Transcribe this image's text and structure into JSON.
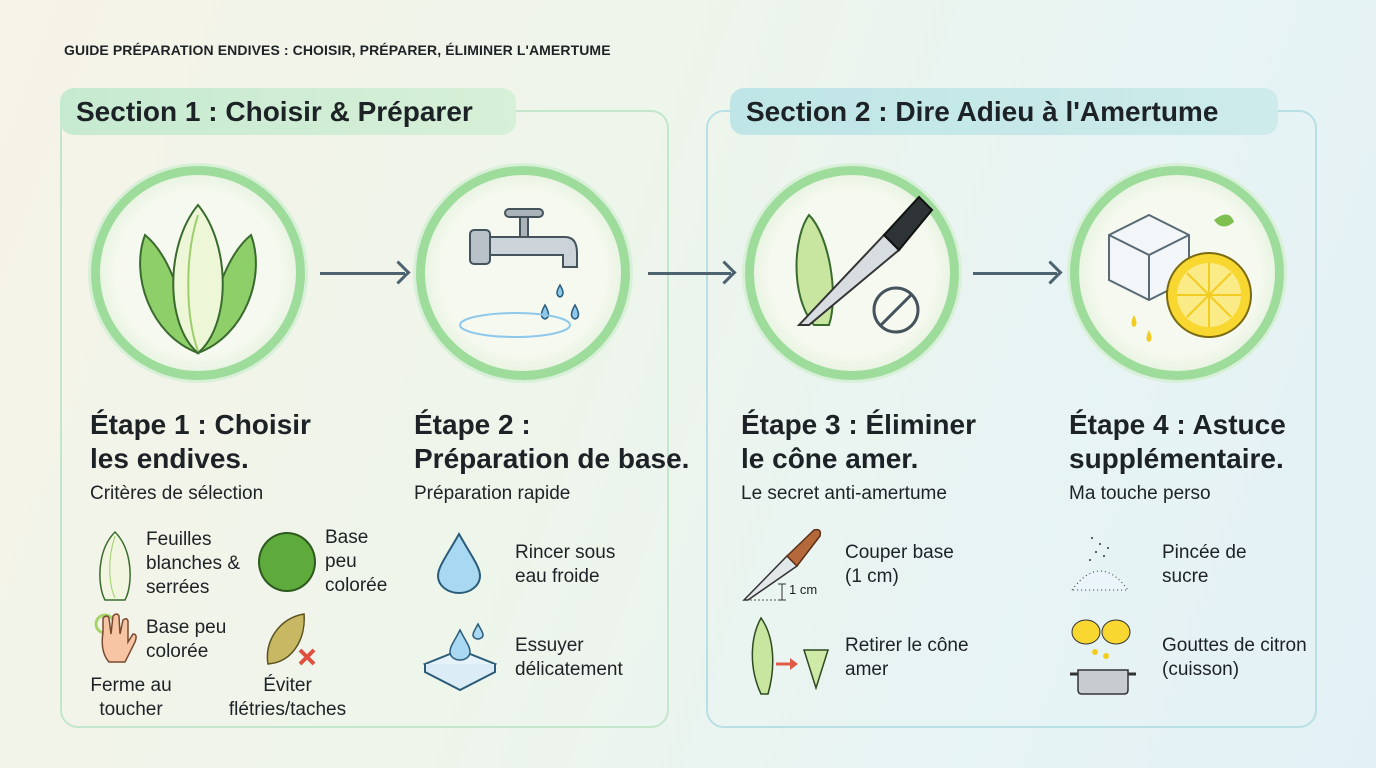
{
  "title": "GUIDE PRÉPARATION ENDIVES : CHOISIR, PRÉPARER, ÉLIMINER L'AMERTUME",
  "sections": [
    {
      "label": "Section 1 : Choisir & Préparer"
    },
    {
      "label": "Section 2 : Dire Adieu à l'Amertume"
    }
  ],
  "steps": [
    {
      "title_line1": "Étape 1 : Choisir",
      "title_line2": "les endives.",
      "subtitle": "Critères de sélection",
      "items": [
        "Feuilles blanches & serrées",
        "Base peu colorée",
        "Base peu colorée",
        "Ferme au toucher",
        "Éviter flétries/taches"
      ],
      "icons": [
        "endive-icon",
        "green-circle-icon",
        "hand-touch-icon",
        "wilted-leaf-icon"
      ]
    },
    {
      "title_line1": "Étape 2 :",
      "title_line2": "Préparation de base.",
      "subtitle": "Préparation rapide",
      "items": [
        "Rincer sous eau froide",
        "Essuyer délicatement"
      ],
      "icons": [
        "water-drop-icon",
        "towel-icon"
      ]
    },
    {
      "title_line1": "Étape 3 : Éliminer",
      "title_line2": "le cône amer.",
      "subtitle": "Le secret anti-amertume",
      "items": [
        "Couper base (1 cm)",
        "Retirer le cône amer"
      ],
      "measure": "1 cm",
      "icons": [
        "knife-icon",
        "cone-icon"
      ]
    },
    {
      "title_line1": "Étape 4 : Astuce",
      "title_line2": "supplémentaire.",
      "subtitle": "Ma touche perso",
      "items": [
        "Pincée de sucre",
        "Gouttes de citron (cuisson)"
      ],
      "icons": [
        "sugar-icon",
        "lemon-pot-icon"
      ]
    }
  ],
  "colors": {
    "section1": "#c6ead0",
    "section2": "#bfe5e6",
    "ring": "#9edc9c",
    "arrow": "#4d6470"
  }
}
